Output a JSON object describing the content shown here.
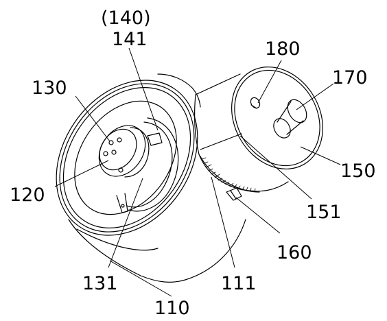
{
  "figure": {
    "labels": {
      "l140": "(140)",
      "l141": "141",
      "l130": "130",
      "l120": "120",
      "l131": "131",
      "l110": "110",
      "l111": "111",
      "l160": "160",
      "l151": "151",
      "l150": "150",
      "l170": "170",
      "l180": "180"
    }
  }
}
